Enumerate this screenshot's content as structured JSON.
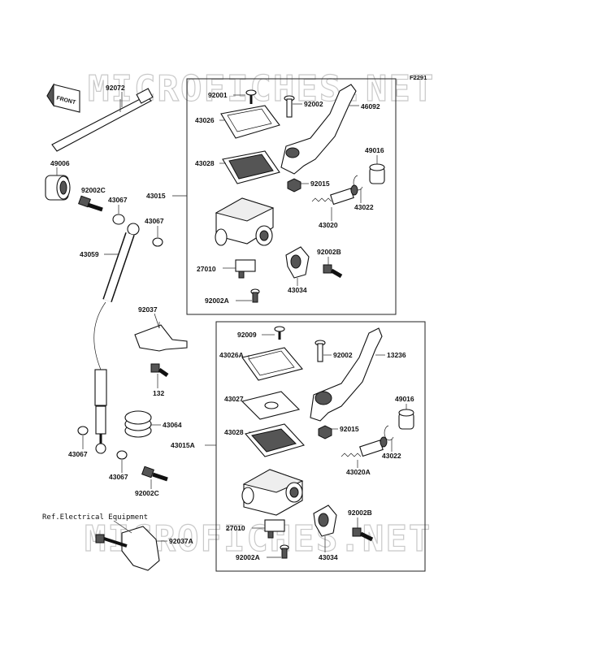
{
  "diagram_code": "F2291",
  "watermark": "MICROFICHES.NET",
  "front_badge": "FRONT",
  "ref_note": "Ref.Electrical Equipment",
  "labels": {
    "p92072": "92072",
    "p49006": "49006",
    "p92002C_top": "92002C",
    "p43067_a": "43067",
    "p43067_b": "43067",
    "p43059": "43059",
    "p43015": "43015",
    "p92001": "92001",
    "p92002_top": "92002",
    "p46092": "46092",
    "p43026": "43026",
    "p43028_top": "43028",
    "p49016_top": "49016",
    "p92015_top": "92015",
    "p43022_top": "43022",
    "p43020": "43020",
    "p27010_top": "27010",
    "p92002B_top": "92002B",
    "p43034_top": "43034",
    "p92002A_top": "92002A",
    "p92037": "92037",
    "p132": "132",
    "p92009": "92009",
    "p43026A": "43026A",
    "p92002_bot": "92002",
    "p13236": "13236",
    "p43027": "43027",
    "p49016_bot": "49016",
    "p43064": "43064",
    "p43028_bot": "43028",
    "p92015_bot": "92015",
    "p43015A": "43015A",
    "p43022_bot": "43022",
    "p43067_c": "43067",
    "p43020A": "43020A",
    "p43067_d": "43067",
    "p92002C_bot": "92002C",
    "p92002B_bot": "92002B",
    "p27010_bot": "27010",
    "p92037A": "92037A",
    "p92002A_bot": "92002A",
    "p43034_bot": "43034"
  }
}
